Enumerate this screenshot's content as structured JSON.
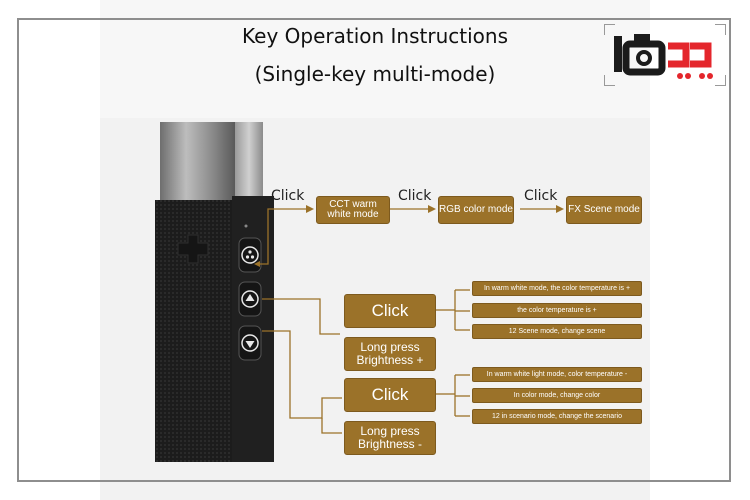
{
  "title": {
    "line1": "Key Operation Instructions",
    "line2": "(Single-key multi-mode)"
  },
  "top_flow": {
    "click_labels": [
      "Click",
      "Click",
      "Click"
    ],
    "modes": [
      "CCT warm white mode",
      "RGB color mode",
      "FX Scene mode"
    ]
  },
  "up_button": {
    "click": "Click",
    "long_press": "Long press Brightness +",
    "notes": [
      "In warm white mode, the color temperature is +",
      "the color temperature is +",
      "12 Scene mode, change scene"
    ]
  },
  "down_button": {
    "click": "Click",
    "long_press": "Long press Brightness -",
    "notes": [
      "In warm white light mode, color temperature -",
      "In color mode, change color",
      "12 in scenario mode, change the scenario"
    ]
  },
  "colors": {
    "box": "#9b7229",
    "line": "#9b7229",
    "title": "#111111",
    "logo_red": "#e4262c",
    "logo_dark": "#1b1b1b"
  }
}
